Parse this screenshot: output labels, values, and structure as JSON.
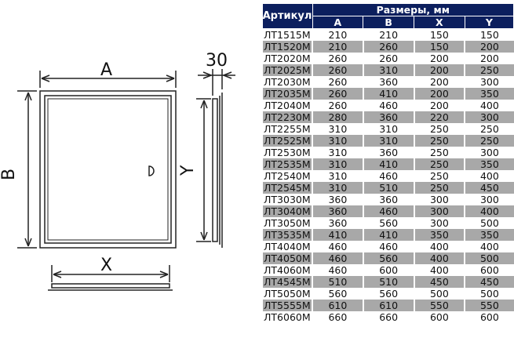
{
  "drawing": {
    "label_a": "A",
    "label_b": "B",
    "label_x": "X",
    "label_y": "Y",
    "label_depth": "30"
  },
  "table": {
    "header_article": "Артикул",
    "header_sizes": "Размеры, мм",
    "columns": [
      "A",
      "B",
      "X",
      "Y"
    ],
    "rows": [
      [
        "ЛТ1515М",
        "210",
        "210",
        "150",
        "150"
      ],
      [
        "ЛТ1520М",
        "210",
        "260",
        "150",
        "200"
      ],
      [
        "ЛТ2020М",
        "260",
        "260",
        "200",
        "200"
      ],
      [
        "ЛТ2025М",
        "260",
        "310",
        "200",
        "250"
      ],
      [
        "ЛТ2030М",
        "260",
        "360",
        "200",
        "300"
      ],
      [
        "ЛТ2035М",
        "260",
        "410",
        "200",
        "350"
      ],
      [
        "ЛТ2040М",
        "260",
        "460",
        "200",
        "400"
      ],
      [
        "ЛТ2230М",
        "280",
        "360",
        "220",
        "300"
      ],
      [
        "ЛТ2255М",
        "310",
        "310",
        "250",
        "250"
      ],
      [
        "ЛТ2525М",
        "310",
        "310",
        "250",
        "250"
      ],
      [
        "ЛТ2530М",
        "310",
        "360",
        "250",
        "300"
      ],
      [
        "ЛТ2535М",
        "310",
        "410",
        "250",
        "350"
      ],
      [
        "ЛТ2540М",
        "310",
        "460",
        "250",
        "400"
      ],
      [
        "ЛТ2545М",
        "310",
        "510",
        "250",
        "450"
      ],
      [
        "ЛТ3030М",
        "360",
        "360",
        "300",
        "300"
      ],
      [
        "ЛТ3040М",
        "360",
        "460",
        "300",
        "400"
      ],
      [
        "ЛТ3050М",
        "360",
        "560",
        "300",
        "500"
      ],
      [
        "ЛТ3535М",
        "410",
        "410",
        "350",
        "350"
      ],
      [
        "ЛТ4040М",
        "460",
        "460",
        "400",
        "400"
      ],
      [
        "ЛТ4050М",
        "460",
        "560",
        "400",
        "500"
      ],
      [
        "ЛТ4060М",
        "460",
        "600",
        "400",
        "600"
      ],
      [
        "ЛТ4545М",
        "510",
        "510",
        "450",
        "450"
      ],
      [
        "ЛТ5050М",
        "560",
        "560",
        "500",
        "500"
      ],
      [
        "ЛТ5555М",
        "610",
        "610",
        "550",
        "550"
      ],
      [
        "ЛТ6060М",
        "660",
        "660",
        "600",
        "600"
      ]
    ]
  }
}
